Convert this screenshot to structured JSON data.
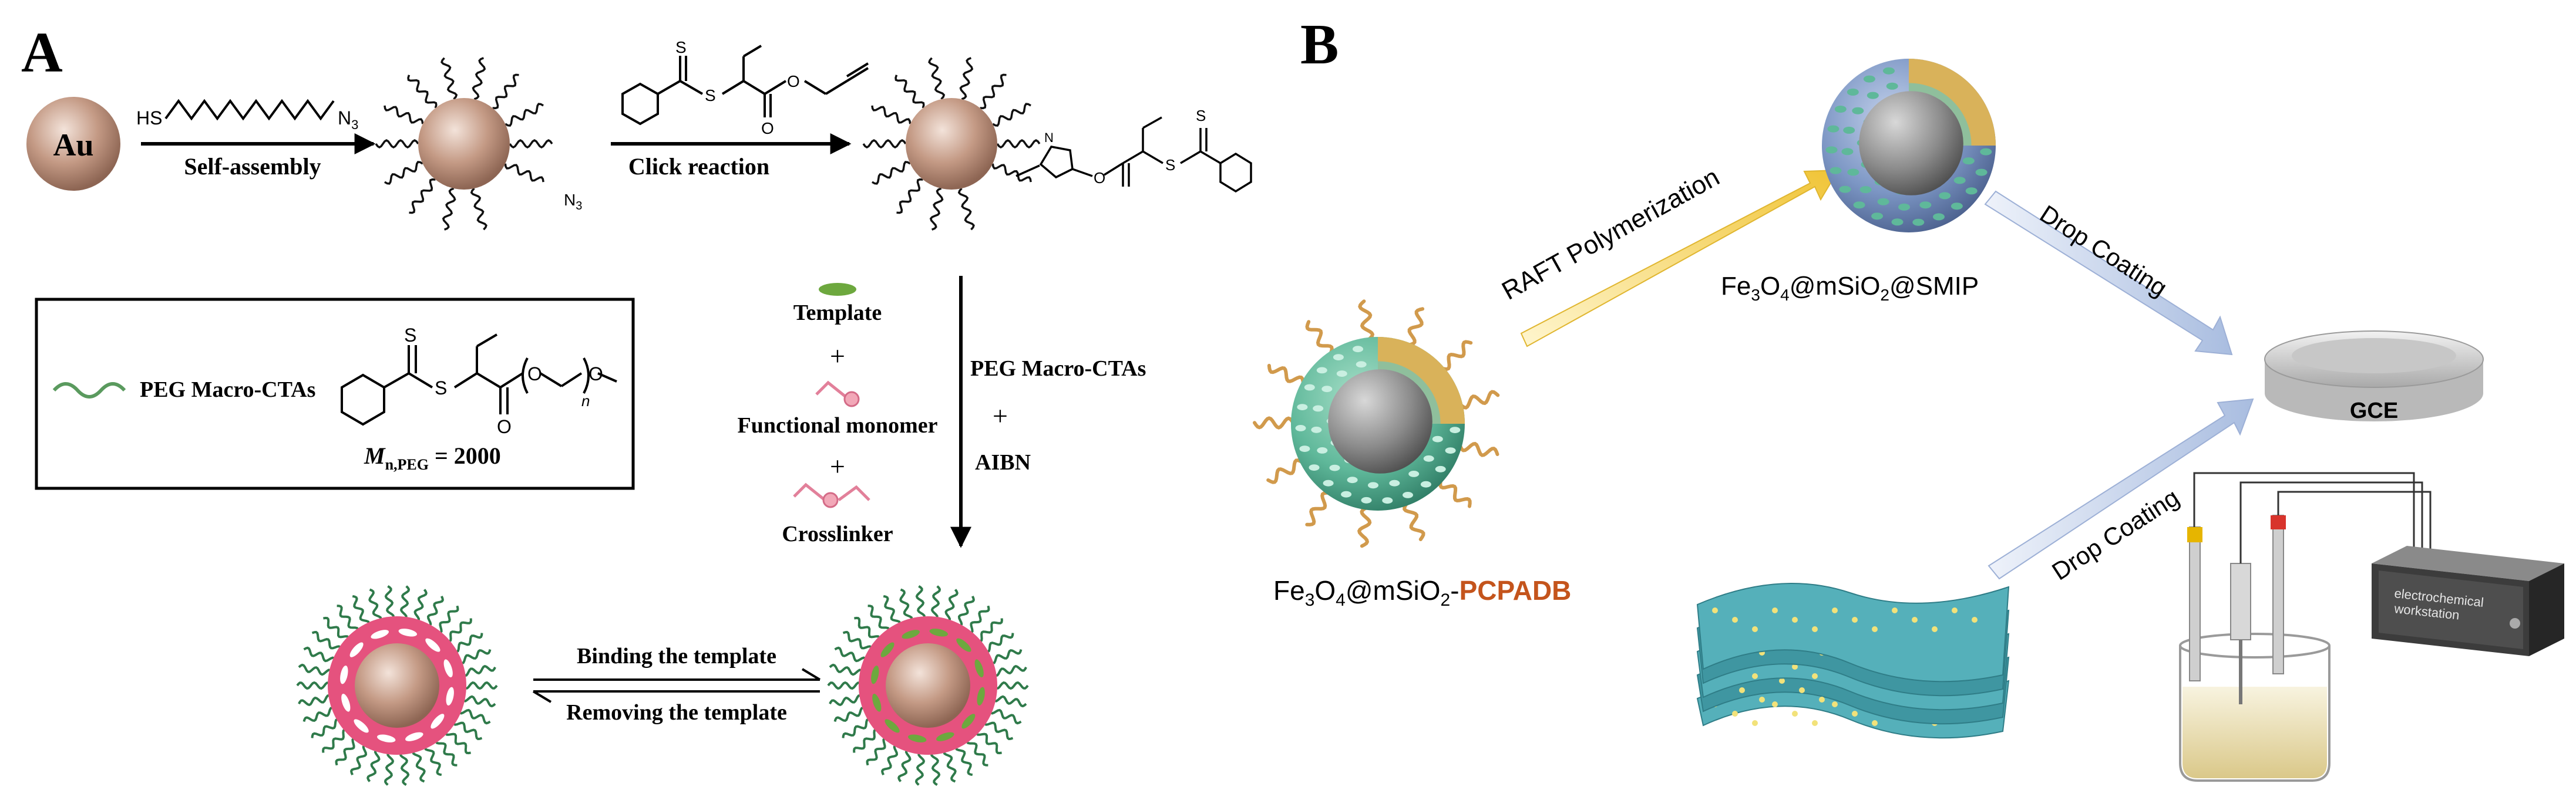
{
  "panel_a": {
    "letter": "A",
    "au_label": "Au",
    "thiol_label": "HS",
    "azide_label": "N",
    "azide_sub": "3",
    "arrow1_label": "Self-assembly",
    "arrow2_label": "Click reaction",
    "legend": {
      "macro_cta_label": "PEG Macro-CTAs",
      "mn_symbol": "M",
      "mn_sub": "n,PEG",
      "mn_value": " = 2000",
      "n_label": "n",
      "s_label": "S",
      "o_label": "O"
    },
    "reagents": {
      "template": "Template",
      "plus": "+",
      "functional_monomer": "Functional monomer",
      "crosslinker": "Crosslinker"
    },
    "down_arrow_labels": {
      "macro_ctas": "PEG Macro-CTAs",
      "plus": "+",
      "aibn": "AIBN"
    },
    "equilibrium": {
      "forward": "Binding the template",
      "reverse": "Removing the template"
    },
    "colors": {
      "au_core": "#b58a74",
      "mip_shell": "#e5527e",
      "peg_chain": "#2f7a4a",
      "template": "#6da83e",
      "monomer": "#f2a8b8"
    }
  },
  "panel_b": {
    "letter": "B",
    "raft_label": "RAFT Polymerization",
    "smip_label": {
      "pre": "Fe",
      "s1": "3",
      "mid": "O",
      "s2": "4",
      "mid2": "@mSiO",
      "s3": "2",
      "post": "@SMIP"
    },
    "pcpadb_label": {
      "pre": "Fe",
      "s1": "3",
      "mid": "O",
      "s2": "4",
      "mid2": "@mSiO",
      "s3": "2",
      "dash": "-",
      "highlight": "PCPADB"
    },
    "drop_coating_1": "Drop Coating",
    "drop_coating_2": "Drop Coating",
    "gce_label": "GCE",
    "workstation_label_1": "electrochemical",
    "workstation_label_2": "workstation",
    "colors": {
      "highlight_text": "#c4541c",
      "green_particle": "#5fb89a",
      "blue_particle": "#7c96c4",
      "shell_gold": "#d9b25a",
      "arrow_gold": "#f0c84a",
      "arrow_blue": "#b6c6e2",
      "sheet": "#4aa3ad"
    }
  }
}
